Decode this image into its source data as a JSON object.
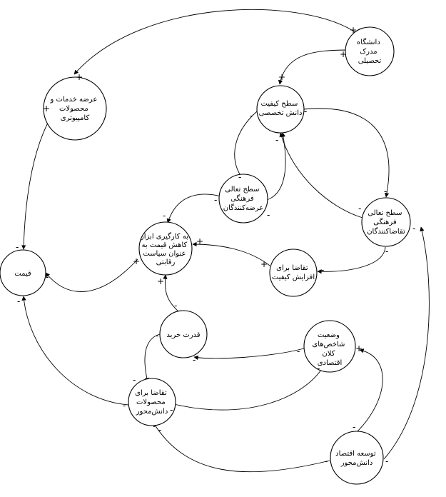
{
  "nodes": {
    "university": {
      "lines": [
        "دانشگاه",
        "مدرک",
        "تحصیلی"
      ]
    },
    "expert_quality": {
      "lines": [
        "سطح کیفیت",
        "دانش تخصصی"
      ]
    },
    "supply_it": {
      "lines": [
        "عرضه خدمات و",
        "محصولات",
        "کامپیوتری"
      ]
    },
    "price": {
      "lines": [
        "قیمت"
      ]
    },
    "supplier_culture": {
      "lines": [
        "سطح تعالی",
        "فرهنگی",
        "عرضه‌کنندگان"
      ]
    },
    "applicant_culture": {
      "lines": [
        "سطح تعالی",
        "فرهنگی",
        "تقاضاکنندگان"
      ]
    },
    "tools": {
      "lines": [
        "به کارگیری ابزار",
        "کاهش قیمت به",
        "عنوان سیاست",
        "رقابتی"
      ]
    },
    "quality_demand": {
      "lines": [
        "تقاضا برای",
        "افزایش کیفیت"
      ]
    },
    "purchase_power": {
      "lines": [
        "قدرت خرید"
      ]
    },
    "macro": {
      "lines": [
        "وضعیت",
        "شاخص‌های",
        "کلان",
        "اقتصادی"
      ]
    },
    "knowledge_demand": {
      "lines": [
        "تقاضا برای",
        "محصولات",
        "دانش‌محور"
      ]
    },
    "knowledge_economy": {
      "lines": [
        "توسعه اقتصاد",
        "دانش‌محور"
      ]
    }
  },
  "signs": {
    "uni_to_supply_tail": "+",
    "uni_to_supply_head": "+",
    "uni_to_quality_tail": "+",
    "uni_to_quality_head": "+",
    "supply_to_price_tail": "+",
    "supply_to_price_head": "-",
    "quality_to_supplier_tail": "-",
    "quality_to_supplier_head": "-",
    "supplier_to_quality_tail": "-",
    "supplier_to_quality_head": "-",
    "quality_to_applicant_tail": "-",
    "quality_to_applicant_head": "-",
    "applicant_to_quality_tail": "-",
    "supplier_to_tools_tail": "-",
    "supplier_to_tools_head": "-",
    "applicant_to_qdemand_tail": "-",
    "applicant_to_qdemand_head": "-",
    "qdemand_to_tools_tail": "+",
    "qdemand_to_tools_head": "+",
    "tools_to_price_tail": "+",
    "tools_to_price_head": "-",
    "power_to_tools_tail": "-",
    "power_to_tools_head": "+",
    "power_to_kdemand_tail": "-",
    "power_to_kdemand_head": "-",
    "macro_to_power_tail": "-",
    "macro_to_power_head": "-",
    "macro_to_kdemand_tail": "-",
    "macro_to_kdemand_head": "-",
    "kdemand_to_price_tail": "-",
    "kdemand_to_price_head": "-",
    "ke_to_macro_tail": "-",
    "ke_to_macro_head": "+",
    "ke_to_kdemand_tail": "-",
    "ke_to_kdemand_head": "-",
    "ke_to_applicant_tail": "-",
    "ke_to_applicant_head": "-"
  }
}
